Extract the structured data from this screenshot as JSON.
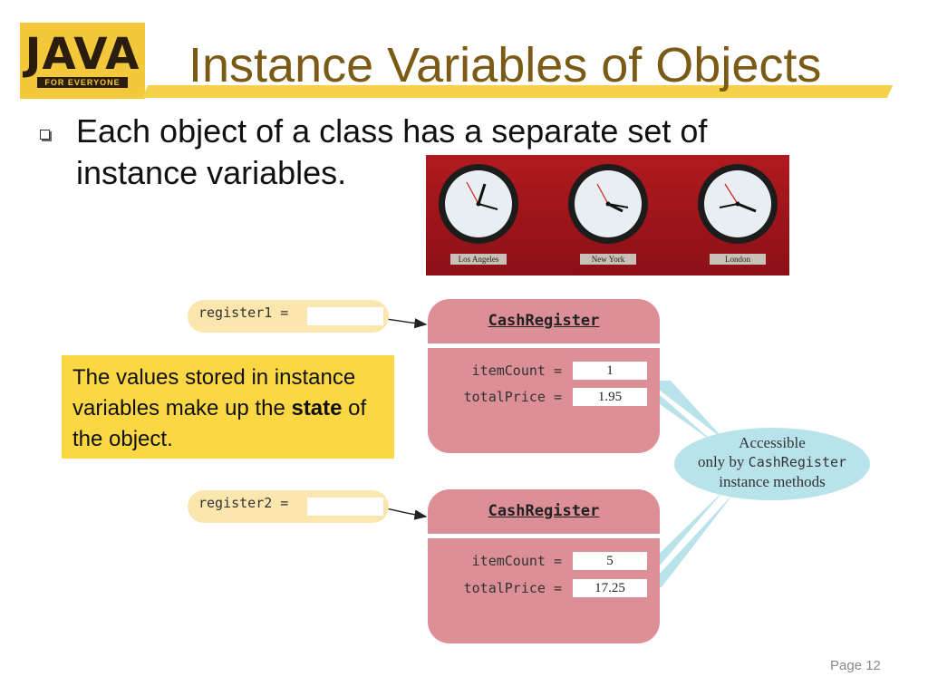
{
  "header": {
    "logo_word": "JAVA",
    "logo_sub": "FOR EVERYONE",
    "title": "Instance Variables of Objects"
  },
  "bullet": {
    "text": "Each object of a class has a separate set of instance variables."
  },
  "clocks": [
    {
      "city": "Los Angeles"
    },
    {
      "city": "New York"
    },
    {
      "city": "London"
    }
  ],
  "note": {
    "before": "The values stored in instance variables make up the ",
    "bold": "state",
    "after": " of the object."
  },
  "registers": [
    {
      "ref_label": "register1 =",
      "class_name": "CashRegister",
      "fields": [
        {
          "name": "itemCount =",
          "value": "1"
        },
        {
          "name": "totalPrice =",
          "value": "1.95"
        }
      ]
    },
    {
      "ref_label": "register2 =",
      "class_name": "CashRegister",
      "fields": [
        {
          "name": "itemCount =",
          "value": "5"
        },
        {
          "name": "totalPrice =",
          "value": "17.25"
        }
      ]
    }
  ],
  "callout": {
    "line1": "Accessible",
    "line2_prefix": "only by ",
    "line2_code": "CashRegister",
    "line3": "instance methods"
  },
  "footer": {
    "page_label": "Page 12"
  },
  "colors": {
    "title": "#7a5a14",
    "accent_yellow": "#f5d24a",
    "object_fill": "#dc8f97",
    "reference_fill": "#fbe6ad",
    "callout_fill": "#b9e3ea",
    "note_fill": "#fbd743"
  }
}
